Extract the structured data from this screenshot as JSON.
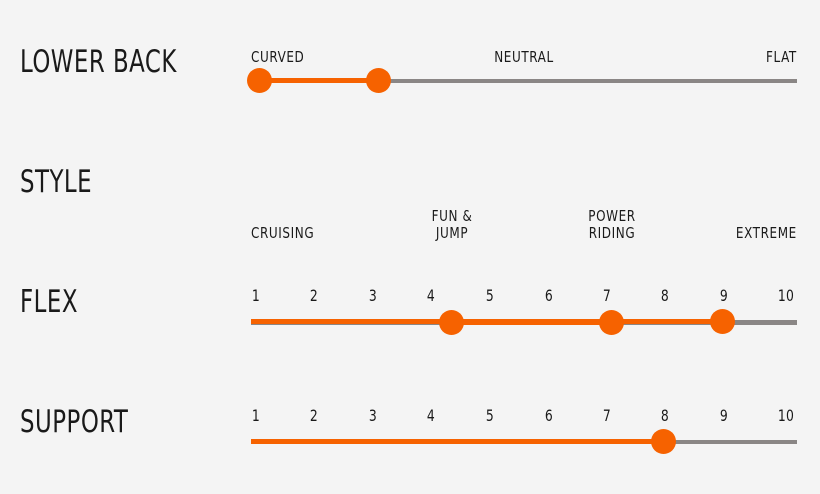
{
  "panel": {
    "background_color": "#f4f4f4",
    "accent_color": "#f66200",
    "track_color": "#8a8685",
    "text_color": "#1a1a1a"
  },
  "rows": [
    {
      "id": "lower-back",
      "label": "LOWER BACK",
      "scale_type": "text",
      "captions": [
        {
          "text": "CURVED",
          "lines": [
            "CURVED"
          ],
          "align": "start",
          "position_pct": 0
        },
        {
          "text": "NEUTRAL",
          "lines": [
            "NEUTRAL"
          ],
          "align": "center",
          "position_pct": 50
        },
        {
          "text": "FLAT",
          "lines": [
            "FLAT"
          ],
          "align": "end",
          "position_pct": 100
        }
      ],
      "selection": {
        "mode": "range",
        "start_pct": 1.5,
        "end_pct": 23.3,
        "knobs": [
          1.5,
          23.3
        ],
        "fill_from_start": false
      }
    },
    {
      "id": "style",
      "label": "STYLE",
      "scale_type": "text",
      "captions": [
        {
          "text": "CRUISING",
          "lines": [
            "CRUISING"
          ],
          "align": "start",
          "position_pct": 0
        },
        {
          "text": "FUN & JUMP",
          "lines": [
            "FUN &",
            "JUMP"
          ],
          "align": "center",
          "position_pct": 36.8
        },
        {
          "text": "POWER RIDING",
          "lines": [
            "POWER",
            "RIDING"
          ],
          "align": "center",
          "position_pct": 66.1
        },
        {
          "text": "EXTREME",
          "lines": [
            "EXTREME"
          ],
          "align": "end",
          "position_pct": 100
        }
      ],
      "selection": {
        "mode": "range",
        "start_pct": 36.8,
        "end_pct": 66.1,
        "knobs": [
          36.8,
          66.1
        ],
        "fill_from_start": false
      }
    },
    {
      "id": "flex",
      "label": "FLEX",
      "scale_type": "numeric",
      "scale_min": 1,
      "scale_max": 10,
      "captions": [
        {
          "text": "1",
          "lines": [
            "1"
          ],
          "align": "center",
          "position_pct": 0.9
        },
        {
          "text": "2",
          "lines": [
            "2"
          ],
          "align": "center",
          "position_pct": 11.6
        },
        {
          "text": "3",
          "lines": [
            "3"
          ],
          "align": "center",
          "position_pct": 22.3
        },
        {
          "text": "4",
          "lines": [
            "4"
          ],
          "align": "center",
          "position_pct": 33.0
        },
        {
          "text": "5",
          "lines": [
            "5"
          ],
          "align": "center",
          "position_pct": 43.8
        },
        {
          "text": "6",
          "lines": [
            "6"
          ],
          "align": "center",
          "position_pct": 54.5
        },
        {
          "text": "7",
          "lines": [
            "7"
          ],
          "align": "center",
          "position_pct": 65.2
        },
        {
          "text": "8",
          "lines": [
            "8"
          ],
          "align": "center",
          "position_pct": 75.9
        },
        {
          "text": "9",
          "lines": [
            "9"
          ],
          "align": "center",
          "position_pct": 86.6
        },
        {
          "text": "10",
          "lines": [
            "10"
          ],
          "align": "center",
          "position_pct": 98.0
        }
      ],
      "selection": {
        "mode": "value",
        "value": 9,
        "start_pct": 0,
        "end_pct": 86.3,
        "knobs": [
          86.3
        ],
        "fill_from_start": true
      }
    },
    {
      "id": "support",
      "label": "SUPPORT",
      "scale_type": "numeric",
      "scale_min": 1,
      "scale_max": 10,
      "captions": [
        {
          "text": "1",
          "lines": [
            "1"
          ],
          "align": "center",
          "position_pct": 0.9
        },
        {
          "text": "2",
          "lines": [
            "2"
          ],
          "align": "center",
          "position_pct": 11.6
        },
        {
          "text": "3",
          "lines": [
            "3"
          ],
          "align": "center",
          "position_pct": 22.3
        },
        {
          "text": "4",
          "lines": [
            "4"
          ],
          "align": "center",
          "position_pct": 33.0
        },
        {
          "text": "5",
          "lines": [
            "5"
          ],
          "align": "center",
          "position_pct": 43.8
        },
        {
          "text": "6",
          "lines": [
            "6"
          ],
          "align": "center",
          "position_pct": 54.5
        },
        {
          "text": "7",
          "lines": [
            "7"
          ],
          "align": "center",
          "position_pct": 65.2
        },
        {
          "text": "8",
          "lines": [
            "8"
          ],
          "align": "center",
          "position_pct": 75.9
        },
        {
          "text": "9",
          "lines": [
            "9"
          ],
          "align": "center",
          "position_pct": 86.6
        },
        {
          "text": "10",
          "lines": [
            "10"
          ],
          "align": "center",
          "position_pct": 98.0
        }
      ],
      "selection": {
        "mode": "value",
        "value": 8,
        "start_pct": 0,
        "end_pct": 75.5,
        "knobs": [
          75.5
        ],
        "fill_from_start": true
      }
    }
  ]
}
